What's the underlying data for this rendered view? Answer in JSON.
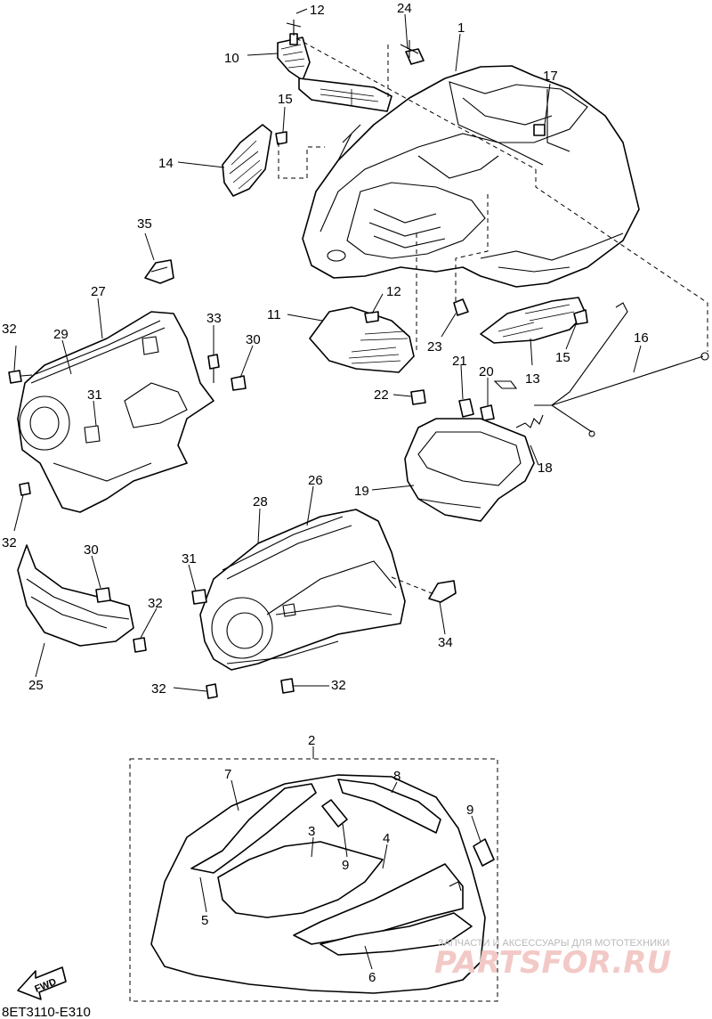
{
  "diagram_code": "8ET3110-E310",
  "fwd_label": "FWD",
  "watermark": {
    "line1": "ЗАПЧАСТИ И АКСЕССУАРЫ ДЛЯ МОТОТЕХНИКИ",
    "line2": "PARTSFOR.RU"
  },
  "callouts": [
    {
      "id": "c1",
      "text": "1"
    },
    {
      "id": "c2",
      "text": "2"
    },
    {
      "id": "c3",
      "text": "3"
    },
    {
      "id": "c4",
      "text": "4"
    },
    {
      "id": "c5",
      "text": "5"
    },
    {
      "id": "c6",
      "text": "6"
    },
    {
      "id": "c7",
      "text": "7"
    },
    {
      "id": "c8",
      "text": "8"
    },
    {
      "id": "c9a",
      "text": "9"
    },
    {
      "id": "c9b",
      "text": "9"
    },
    {
      "id": "c10",
      "text": "10"
    },
    {
      "id": "c11",
      "text": "11"
    },
    {
      "id": "c12a",
      "text": "12"
    },
    {
      "id": "c12b",
      "text": "12"
    },
    {
      "id": "c13",
      "text": "13"
    },
    {
      "id": "c14",
      "text": "14"
    },
    {
      "id": "c15a",
      "text": "15"
    },
    {
      "id": "c15b",
      "text": "15"
    },
    {
      "id": "c16",
      "text": "16"
    },
    {
      "id": "c17",
      "text": "17"
    },
    {
      "id": "c18",
      "text": "18"
    },
    {
      "id": "c19",
      "text": "19"
    },
    {
      "id": "c20",
      "text": "20"
    },
    {
      "id": "c21",
      "text": "21"
    },
    {
      "id": "c22",
      "text": "22"
    },
    {
      "id": "c23",
      "text": "23"
    },
    {
      "id": "c24",
      "text": "24"
    },
    {
      "id": "c25",
      "text": "25"
    },
    {
      "id": "c26",
      "text": "26"
    },
    {
      "id": "c27",
      "text": "27"
    },
    {
      "id": "c28",
      "text": "28"
    },
    {
      "id": "c29",
      "text": "29"
    },
    {
      "id": "c30a",
      "text": "30"
    },
    {
      "id": "c30b",
      "text": "30"
    },
    {
      "id": "c31a",
      "text": "31"
    },
    {
      "id": "c31b",
      "text": "31"
    },
    {
      "id": "c32a",
      "text": "32"
    },
    {
      "id": "c32b",
      "text": "32"
    },
    {
      "id": "c32c",
      "text": "32"
    },
    {
      "id": "c32d",
      "text": "32"
    },
    {
      "id": "c32e",
      "text": "32"
    },
    {
      "id": "c33",
      "text": "33"
    },
    {
      "id": "c34",
      "text": "34"
    },
    {
      "id": "c35",
      "text": "35"
    }
  ]
}
